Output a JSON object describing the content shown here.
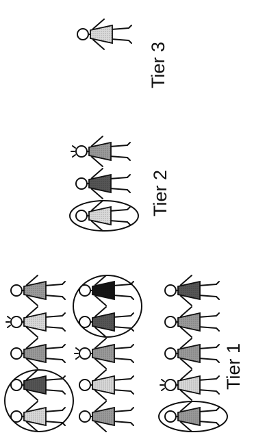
{
  "tiers": [
    {
      "label": "Tier 3",
      "rows": [
        {
          "figures": [
            {
              "dress": "light",
              "hair": "none"
            }
          ]
        }
      ],
      "groups": []
    },
    {
      "label": "Tier 2",
      "rows": [
        {
          "figures": [
            {
              "dress": "light",
              "hair": "none"
            },
            {
              "dress": "dark",
              "hair": "dark"
            },
            {
              "dress": "medium",
              "hair": "curly"
            }
          ]
        }
      ],
      "groups": [
        {
          "row": 0,
          "members": [
            0
          ]
        }
      ]
    },
    {
      "label": "Tier 1",
      "rows": [
        {
          "figures": [
            {
              "dress": "light",
              "hair": "none"
            },
            {
              "dress": "dark",
              "hair": "dark"
            },
            {
              "dress": "medium",
              "hair": "none"
            },
            {
              "dress": "light",
              "hair": "curly"
            },
            {
              "dress": "medium",
              "hair": "none"
            }
          ]
        },
        {
          "figures": [
            {
              "dress": "medium",
              "hair": "dark"
            },
            {
              "dress": "light",
              "hair": "none"
            },
            {
              "dress": "medium",
              "hair": "curly"
            },
            {
              "dress": "dark",
              "hair": "none"
            },
            {
              "dress": "black",
              "hair": "none"
            }
          ]
        },
        {
          "figures": [
            {
              "dress": "medium",
              "hair": "none"
            },
            {
              "dress": "light",
              "hair": "curly"
            },
            {
              "dress": "medium",
              "hair": "dark"
            },
            {
              "dress": "medium",
              "hair": "none"
            },
            {
              "dress": "dark",
              "hair": "none"
            }
          ]
        }
      ],
      "groups": [
        {
          "row": 0,
          "members": [
            0,
            1
          ]
        },
        {
          "row": 1,
          "members": [
            3,
            4
          ]
        },
        {
          "row": 2,
          "members": [
            0
          ]
        }
      ]
    }
  ],
  "colors": {
    "line": "#111111",
    "light": "#d9d9d9",
    "medium": "#9a9a9a",
    "dark": "#555555",
    "black": "#151515"
  }
}
